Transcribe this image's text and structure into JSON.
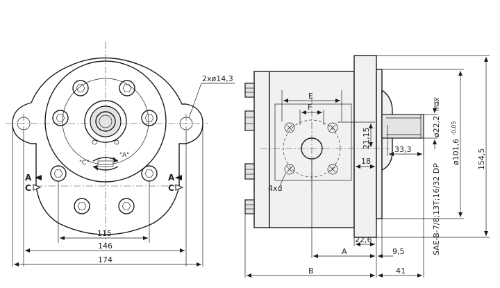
{
  "front_view": {
    "hole_label": "2xø14,3",
    "rotation_left": "\"C\"",
    "rotation_right": "\"A\"",
    "port_a_left": "A",
    "port_c_left": "C",
    "port_a_right": "A",
    "port_c_right": "C",
    "dim_inner": "115",
    "dim_middle": "146",
    "dim_overall": "174"
  },
  "side_view": {
    "dim_e_top": "E",
    "dim_f": "F",
    "dim_21_15": "21,15",
    "dim_18": "18",
    "dim_33_3": "33,3",
    "dim_22_2": "ø22,2",
    "dim_22_2_suffix": "max",
    "spline": "SAE-B-7/8;13T;16/32 DP",
    "dim_101_6": "ø101,6",
    "dim_101_6_tol": "-0,05",
    "dim_154_5": "154,5",
    "ports_label": "4xd",
    "dim_22_6": "22,6",
    "dim_a": "A",
    "dim_9_5": "9,5",
    "dim_b": "B",
    "dim_41": "41"
  }
}
